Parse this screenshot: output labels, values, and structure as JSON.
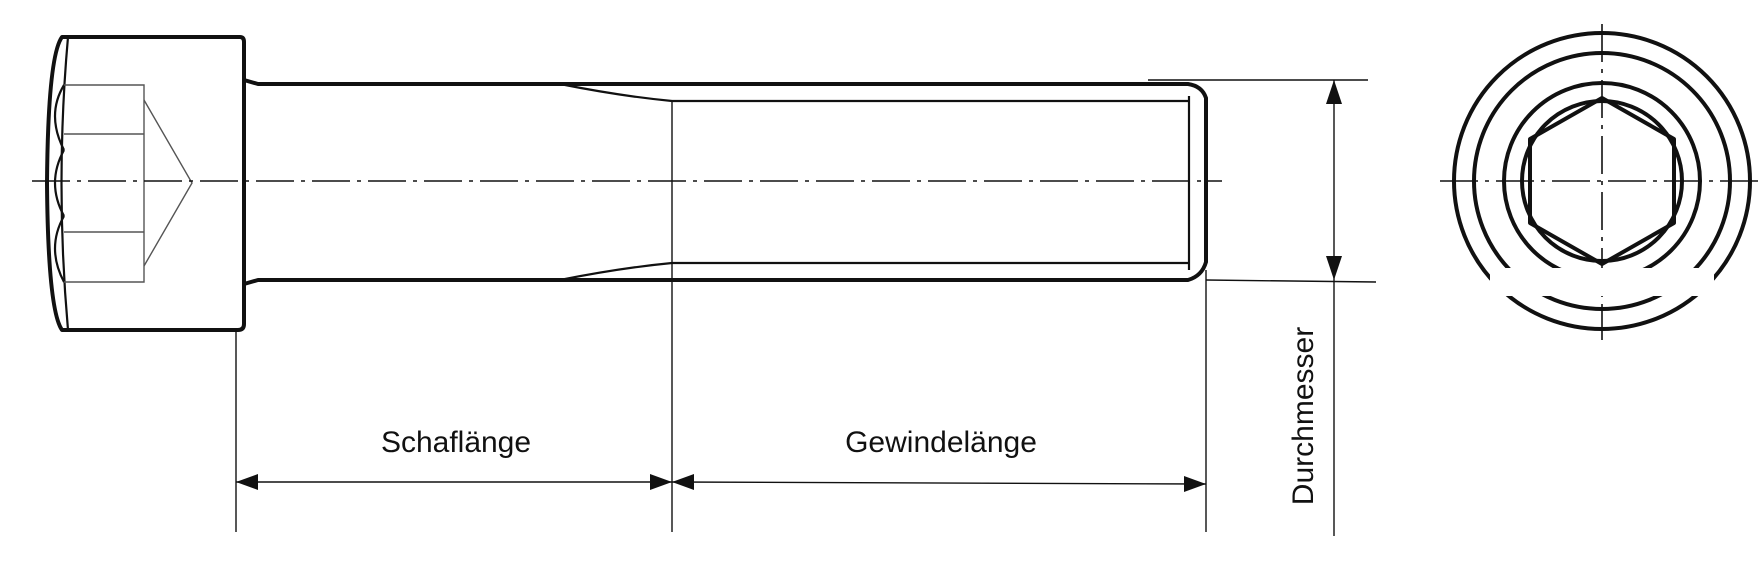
{
  "labels": {
    "shaft_length": "Schaflänge",
    "thread_length": "Gewindelänge",
    "diameter": "Durchmesser"
  },
  "colors": {
    "ink": "#111111",
    "background": "#ffffff"
  }
}
